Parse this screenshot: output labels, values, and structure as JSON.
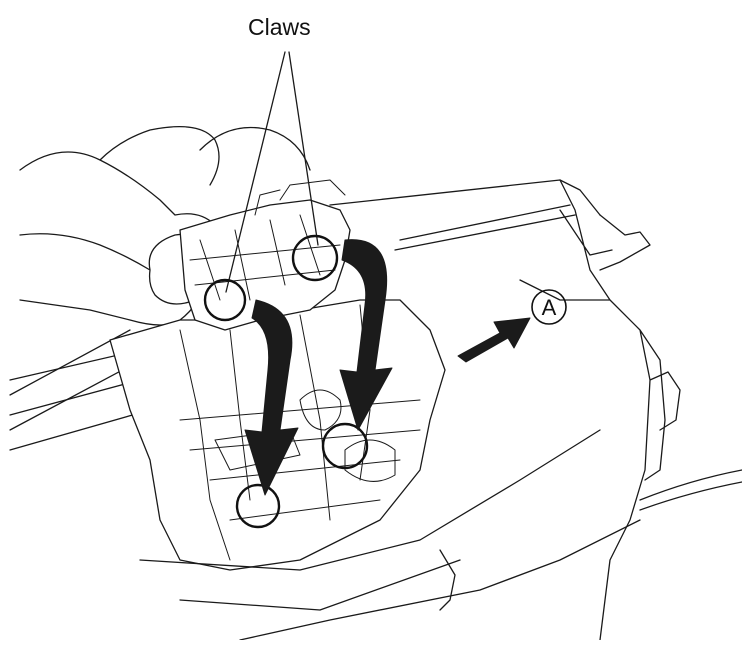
{
  "labels": {
    "claws": "Claws",
    "callout_a": "A"
  },
  "icons": {
    "curved_arrows": "curved-down-arrow",
    "direction_arrow": "straight-arrow-up-right"
  }
}
